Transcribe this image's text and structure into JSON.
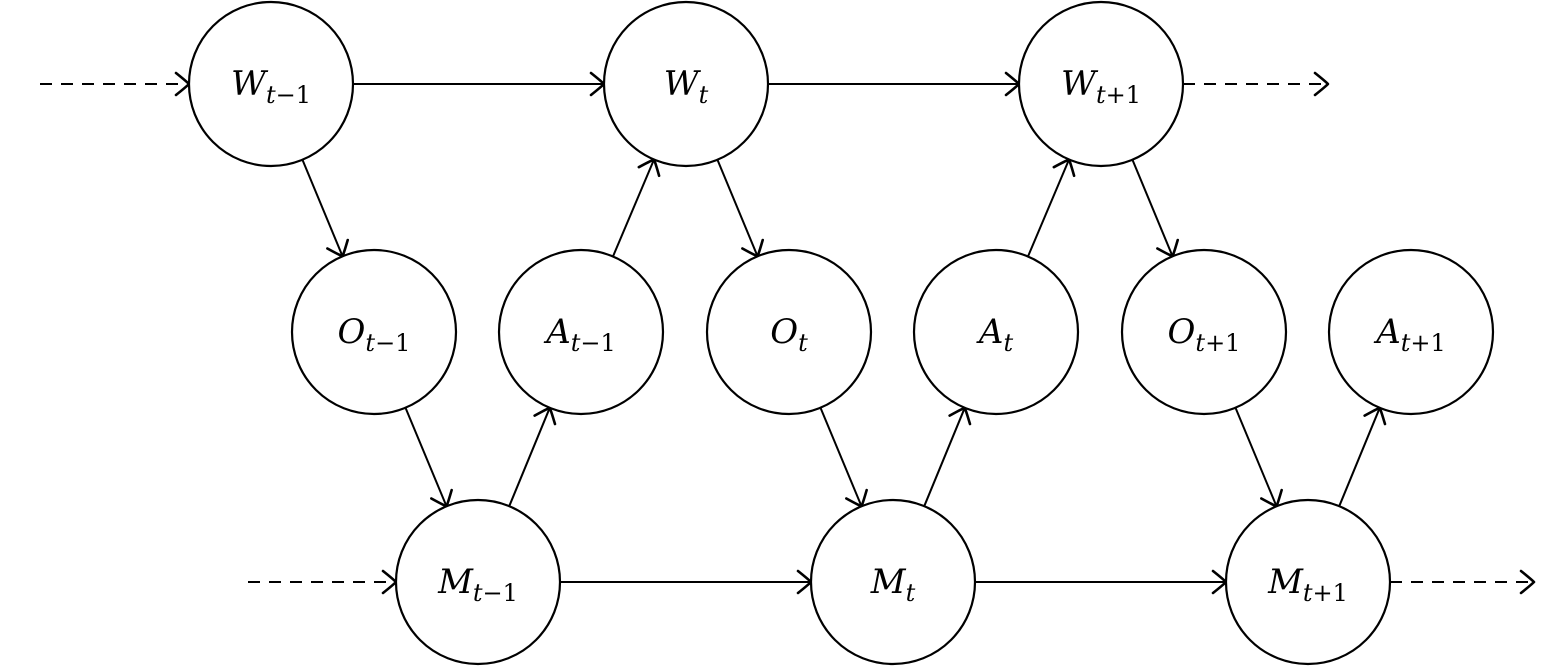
{
  "diagram": {
    "title": "",
    "stroke_color": "#000000",
    "background_color": "#ffffff",
    "nodes": [
      {
        "id": "W_tm1",
        "var": "W",
        "sub_t": "t",
        "sub_op": "−1",
        "row": "world"
      },
      {
        "id": "W_t",
        "var": "W",
        "sub_t": "t",
        "sub_op": "",
        "row": "world"
      },
      {
        "id": "W_tp1",
        "var": "W",
        "sub_t": "t",
        "sub_op": "+1",
        "row": "world"
      },
      {
        "id": "O_tm1",
        "var": "O",
        "sub_t": "t",
        "sub_op": "−1",
        "row": "middle"
      },
      {
        "id": "A_tm1",
        "var": "A",
        "sub_t": "t",
        "sub_op": "−1",
        "row": "middle"
      },
      {
        "id": "O_t",
        "var": "O",
        "sub_t": "t",
        "sub_op": "",
        "row": "middle"
      },
      {
        "id": "A_t",
        "var": "A",
        "sub_t": "t",
        "sub_op": "",
        "row": "middle"
      },
      {
        "id": "O_tp1",
        "var": "O",
        "sub_t": "t",
        "sub_op": "+1",
        "row": "middle"
      },
      {
        "id": "A_tp1",
        "var": "A",
        "sub_t": "t",
        "sub_op": "+1",
        "row": "middle"
      },
      {
        "id": "M_tm1",
        "var": "M",
        "sub_t": "t",
        "sub_op": "−1",
        "row": "memory"
      },
      {
        "id": "M_t",
        "var": "M",
        "sub_t": "t",
        "sub_op": "",
        "row": "memory"
      },
      {
        "id": "M_tp1",
        "var": "M",
        "sub_t": "t",
        "sub_op": "+1",
        "row": "memory"
      }
    ],
    "edges": [
      {
        "from": "in_W",
        "to": "W_tm1",
        "style": "dashed"
      },
      {
        "from": "W_tm1",
        "to": "W_t",
        "style": "solid"
      },
      {
        "from": "W_t",
        "to": "W_tp1",
        "style": "solid"
      },
      {
        "from": "W_tp1",
        "to": "out_W",
        "style": "dashed"
      },
      {
        "from": "W_tm1",
        "to": "O_tm1",
        "style": "solid"
      },
      {
        "from": "O_tm1",
        "to": "M_tm1",
        "style": "solid"
      },
      {
        "from": "M_tm1",
        "to": "A_tm1",
        "style": "solid"
      },
      {
        "from": "A_tm1",
        "to": "W_t",
        "style": "solid"
      },
      {
        "from": "W_t",
        "to": "O_t",
        "style": "solid"
      },
      {
        "from": "O_t",
        "to": "M_t",
        "style": "solid"
      },
      {
        "from": "M_t",
        "to": "A_t",
        "style": "solid"
      },
      {
        "from": "A_t",
        "to": "W_tp1",
        "style": "solid"
      },
      {
        "from": "W_tp1",
        "to": "O_tp1",
        "style": "solid"
      },
      {
        "from": "O_tp1",
        "to": "M_tp1",
        "style": "solid"
      },
      {
        "from": "M_tp1",
        "to": "A_tp1",
        "style": "solid"
      },
      {
        "from": "in_M",
        "to": "M_tm1",
        "style": "dashed"
      },
      {
        "from": "M_tm1",
        "to": "M_t",
        "style": "solid"
      },
      {
        "from": "M_t",
        "to": "M_tp1",
        "style": "solid"
      },
      {
        "from": "M_tp1",
        "to": "out_M",
        "style": "dashed"
      }
    ]
  }
}
